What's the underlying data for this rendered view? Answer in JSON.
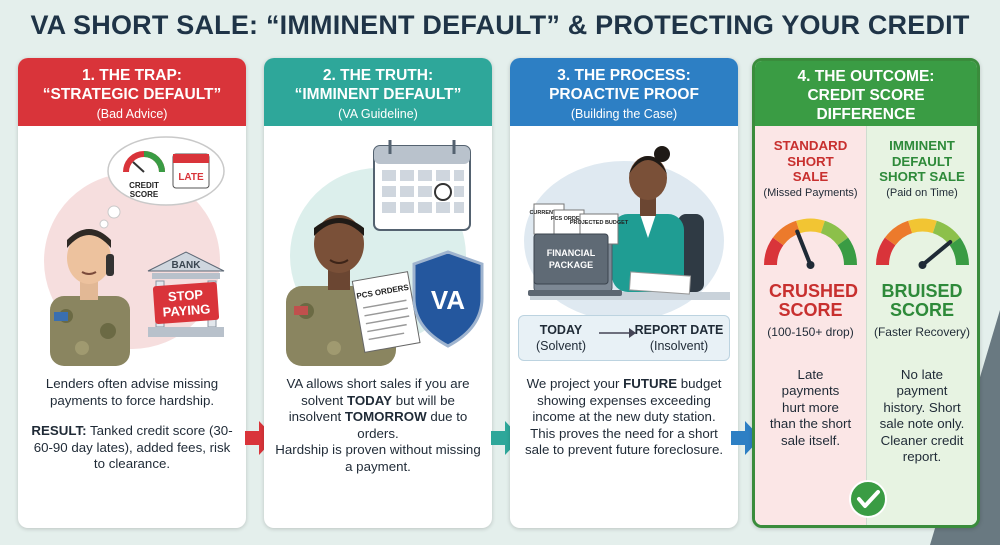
{
  "title": "VA SHORT SALE: “IMMINENT DEFAULT” & PROTECTING YOUR CREDIT",
  "colors": {
    "red": "#d9343a",
    "teal": "#2ea79a",
    "blue": "#2d7fc4",
    "green": "#3a9c44"
  },
  "panels": [
    {
      "header": [
        "1. THE TRAP:",
        "“STRATEGIC DEFAULT”",
        "(Bad Advice)"
      ],
      "illustration": {
        "thought_label_1": "CREDIT",
        "thought_label_2": "SCORE",
        "calendar_label": "LATE",
        "bank_label": "BANK",
        "sign_line_1": "STOP",
        "sign_line_2": "PAYING"
      },
      "text_1": "Lenders often advise missing payments to force hardship.",
      "result_label": "RESULT:",
      "result_text": " Tanked credit score (30-60-90 day lates), added fees, risk to clearance."
    },
    {
      "header": [
        "2. THE TRUTH:",
        "“IMMINENT DEFAULT”",
        "(VA Guideline)"
      ],
      "illustration": {
        "paper_label": "PCS ORDERS",
        "shield_label": "VA"
      },
      "text_a": "VA allows short sales if you are solvent ",
      "text_b": "TODAY",
      "text_c": " but will be insolvent ",
      "text_d": "TOMORROW",
      "text_e": " due to orders.",
      "text_f": "Hardship is proven without missing a payment."
    },
    {
      "header": [
        "3. THE PROCESS:",
        "PROACTIVE PROOF",
        "(Building the Case)"
      ],
      "illustration": {
        "doc_1": "CURRENT LES",
        "doc_2": "PCS ORDERS",
        "doc_3": "PROJECTED BUDGET",
        "folder_line_1": "FINANCIAL",
        "folder_line_2": "PACKAGE"
      },
      "timeline": {
        "left_top": "TODAY",
        "left_bottom": "(Solvent)",
        "right_top": "REPORT DATE",
        "right_bottom": "(Insolvent)"
      },
      "text_a": "We project your ",
      "text_b": "FUTURE",
      "text_c": " budget showing expenses exceeding income at the new duty station.",
      "text_d": "This proves the need for a short sale to prevent future foreclosure."
    },
    {
      "header": [
        "4. THE OUTCOME:",
        "CREDIT SCORE",
        "DIFFERENCE"
      ],
      "left": {
        "title": "STANDARD SHORT SALE",
        "subtitle": "(Missed Payments)",
        "score": "CRUSHED SCORE",
        "score_note": "(100-150+ drop)",
        "note": "Late payments hurt more than the short sale itself.",
        "gauge_level": 0.38
      },
      "right": {
        "title": "IMMINENT DEFAULT SHORT SALE",
        "subtitle": "(Paid on Time)",
        "score": "BRUISED SCORE",
        "score_note": "(Faster Recovery)",
        "note": "No late payment history. Short sale note only. Cleaner credit report.",
        "gauge_level": 0.78
      }
    }
  ],
  "icons": [
    "soldier-phone",
    "thought-bubble",
    "bank-icon",
    "calendar-icon",
    "va-shield-icon",
    "laptop-icon",
    "folder-icon",
    "gauge-icon",
    "check-icon",
    "arrow-right-icon"
  ]
}
